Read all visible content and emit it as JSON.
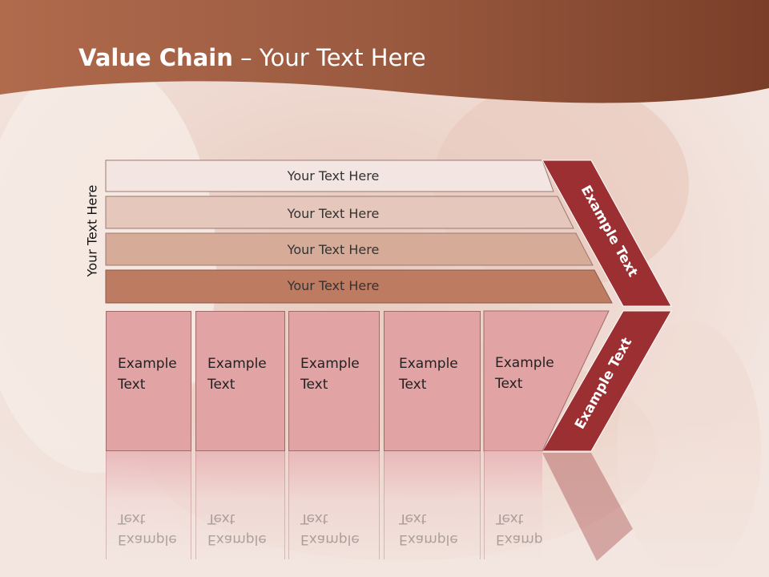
{
  "slide": {
    "title_bold": "Value Chain",
    "title_rest": " – Your Text Here",
    "side_label": "Your Text Here"
  },
  "bands": [
    {
      "label": "Your Text Here",
      "color": "#f2e5e2"
    },
    {
      "label": "Your Text Here",
      "color": "#e6c7bb"
    },
    {
      "label": "Your Text Here",
      "color": "#d6ab98"
    },
    {
      "label": "Your Text Here",
      "color": "#bd7b62"
    }
  ],
  "arrows": {
    "upper": "Example Text",
    "lower": "Example Text",
    "color": "#9b2f32"
  },
  "boxes": [
    {
      "line1": "Example",
      "line2": "Text"
    },
    {
      "line1": "Example",
      "line2": "Text"
    },
    {
      "line1": "Example",
      "line2": "Text"
    },
    {
      "line1": "Example",
      "line2": "Text"
    },
    {
      "line1": "Example",
      "line2": "Text"
    }
  ],
  "colors": {
    "header": "#9c5a3e",
    "box_fill": "#e2a3a5"
  }
}
